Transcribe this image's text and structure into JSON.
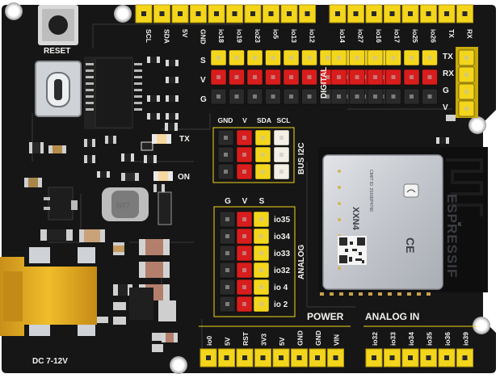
{
  "colors": {
    "pcb": "#161616",
    "header_yellow": "#f3d61c",
    "pin_red": "#d81d1d",
    "pin_black": "#2a2a2a",
    "silkscreen": "#f2f2ee",
    "power_jack_yellow": "#e3ad1c",
    "module_silver": "#c9ccd2"
  },
  "labels": {
    "reset": "RESET",
    "tx_led": "TX",
    "on_led": "ON",
    "inductor": "4R7",
    "digital": "DIGITAL",
    "bus_i2c": "BUS I2C",
    "analog": "ANALOG",
    "power": "POWER",
    "analog_in": "ANALOG IN",
    "dc_input": "DC 7-12V",
    "row_s": "S",
    "row_v": "V",
    "row_g": "G",
    "uart_tx": "TX",
    "uart_rx": "RX",
    "uart_g": "G",
    "uart_v": "V"
  },
  "top_left_header": [
    "SCL",
    "SDA",
    "5V",
    "GND",
    "io18",
    "io19",
    "io23",
    "io5",
    "io13",
    "io12"
  ],
  "top_right_header": [
    "io14",
    "io27",
    "io16",
    "io17",
    "io25",
    "io26",
    "TX",
    "RX"
  ],
  "i2c_columns": [
    "GND",
    "V",
    "SDA",
    "SCL"
  ],
  "analog_columns": [
    "G",
    "V",
    "S"
  ],
  "analog_pins": [
    "io35",
    "io34",
    "io33",
    "io32",
    "io 4",
    "io 2"
  ],
  "power_header": [
    "io0",
    "5V",
    "RST",
    "3V3",
    "5V",
    "GND",
    "GND",
    "VIN"
  ],
  "analog_in_header": [
    "io32",
    "io33",
    "io34",
    "io35",
    "io36",
    "io39"
  ],
  "module": {
    "brand": "ESPRESSIF",
    "model": "XXN4",
    "cert_text": "CMIIT ID: 2016DP4766",
    "ce_mark": "CE",
    "pin_label": "K"
  }
}
